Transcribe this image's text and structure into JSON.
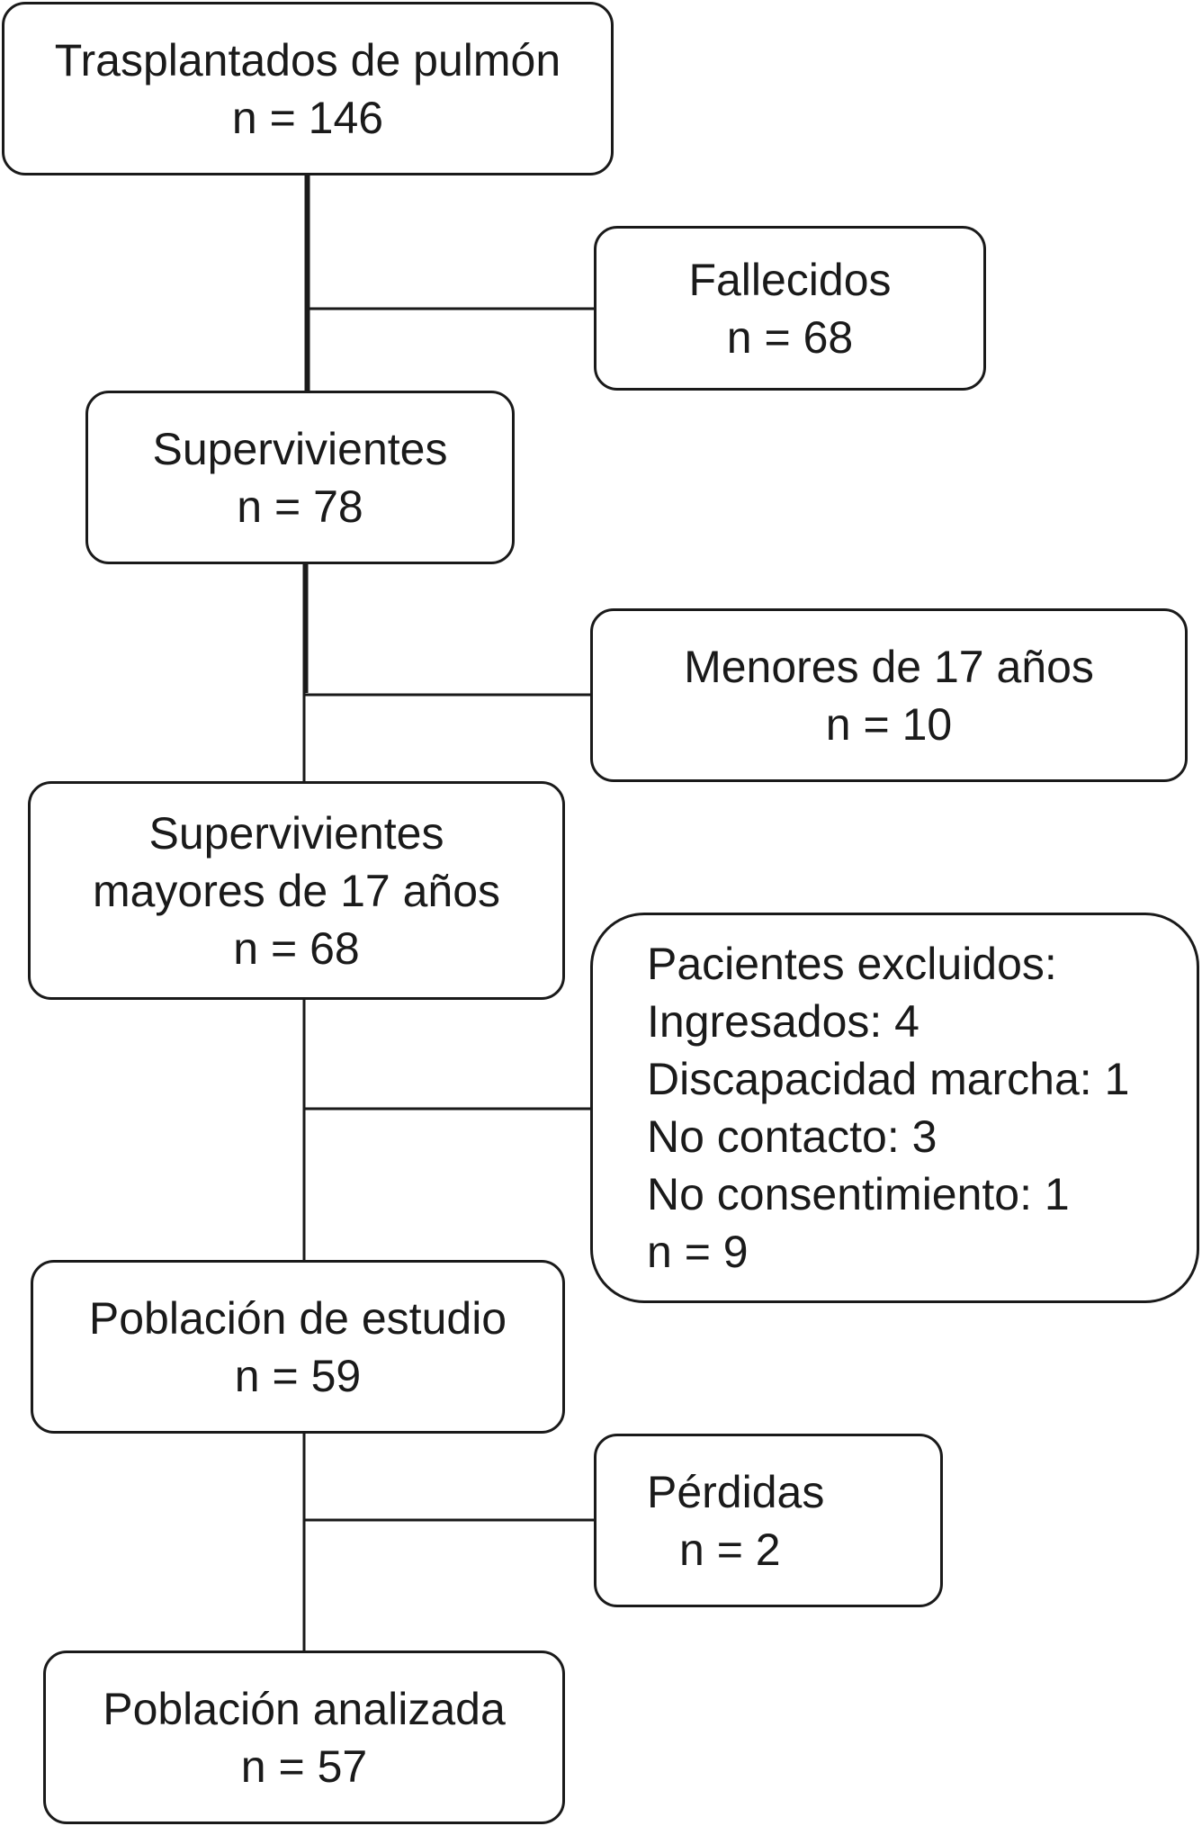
{
  "flowchart": {
    "transplanted": {
      "label": "Trasplantados de pulmón",
      "count": "n = 146"
    },
    "deceased": {
      "label": "Fallecidos",
      "count": "n = 68"
    },
    "survivors": {
      "label": "Supervivientes",
      "count": "n = 78"
    },
    "minors": {
      "label": "Menores de 17 años",
      "count": "n = 10"
    },
    "adult_survivors": {
      "label_line1": "Supervivientes",
      "label_line2": "mayores de 17 años",
      "count": "n = 68"
    },
    "excluded": {
      "title": "Pacientes excluidos:",
      "items": [
        "Ingresados: 4",
        "Discapacidad marcha: 1",
        "No contacto: 3",
        "No consentimiento: 1"
      ],
      "count": "n = 9"
    },
    "study_population": {
      "label": "Población de estudio",
      "count": "n = 59"
    },
    "losses": {
      "label": "Pérdidas",
      "count": "n = 2"
    },
    "analyzed_population": {
      "label": "Población analizada",
      "count": "n = 57"
    }
  },
  "colors": {
    "line": "#1a1a1a",
    "background": "#ffffff"
  }
}
